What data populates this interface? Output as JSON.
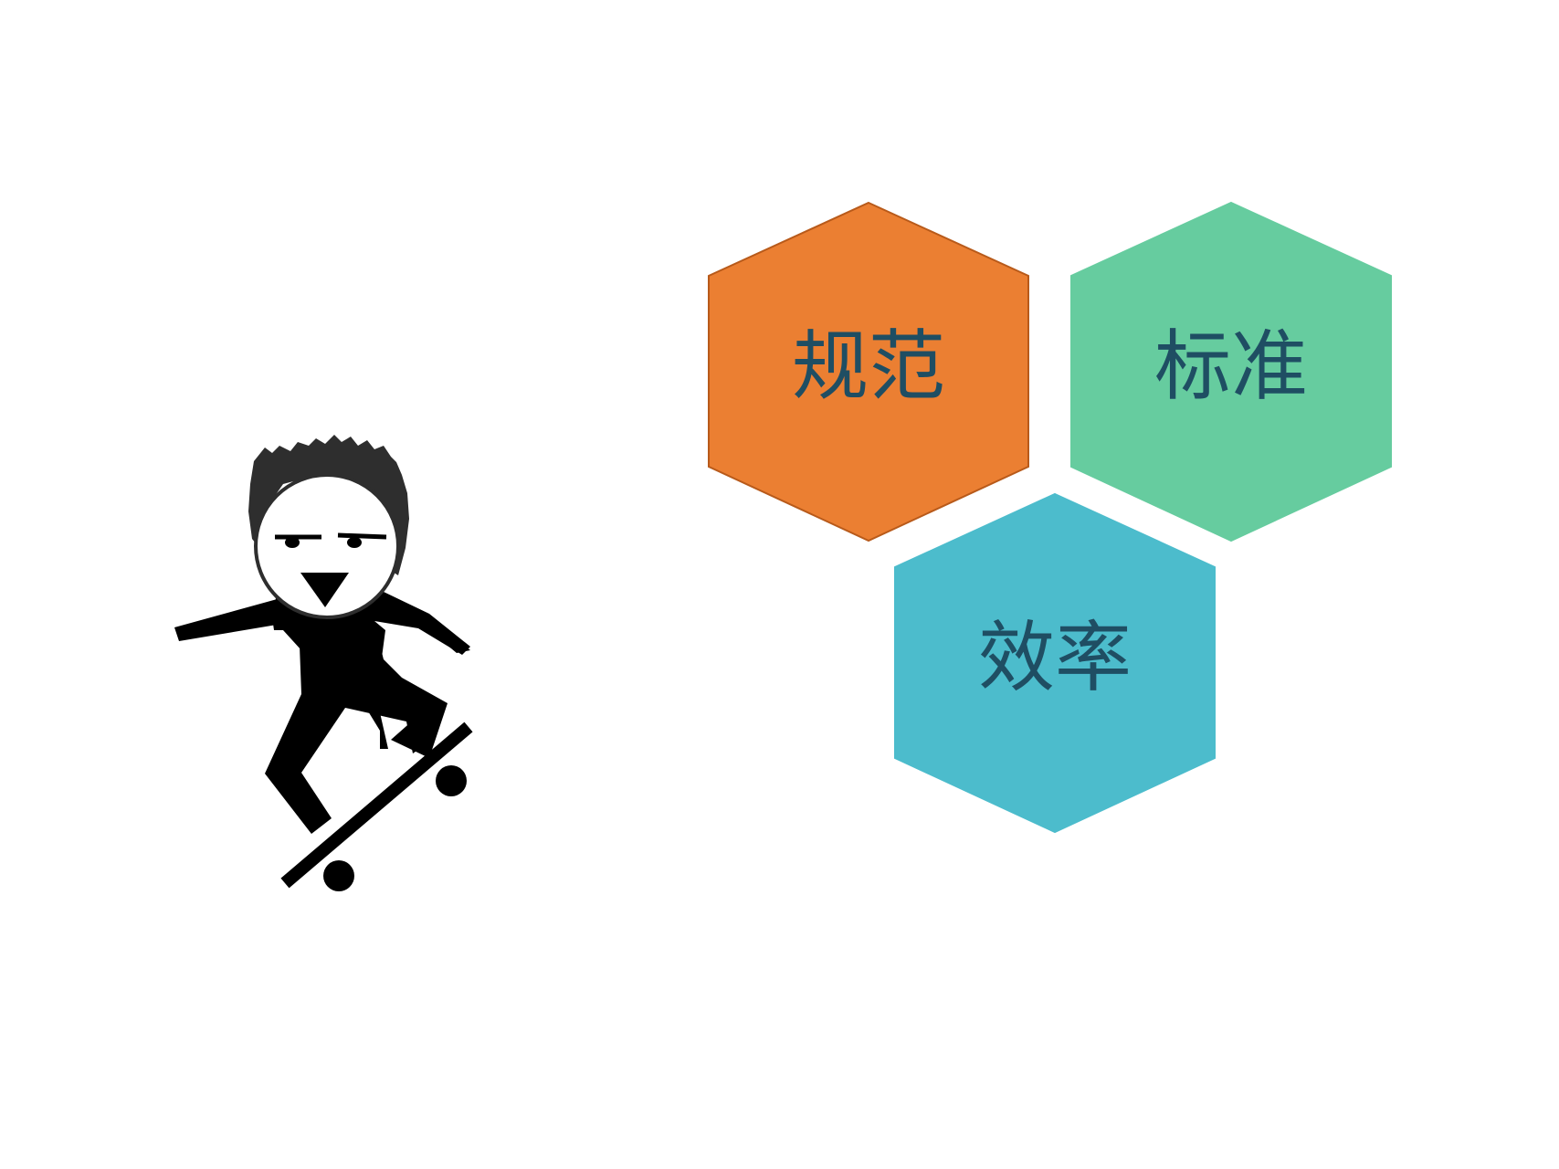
{
  "colors": {
    "background": "#ffffff",
    "label_text": "#1f4e63",
    "figure": "#000000",
    "hair": "#2e2e2e"
  },
  "illustration": {
    "icon": "skateboarder-illustration"
  },
  "hexagons": [
    {
      "label": "规范",
      "color": "#eb7f32",
      "border": "#b85a1a"
    },
    {
      "label": "标准",
      "color": "#66cc9f",
      "border": "#66cc9f"
    },
    {
      "label": "效率",
      "color": "#4cbccc",
      "border": "#4cbccc"
    }
  ]
}
